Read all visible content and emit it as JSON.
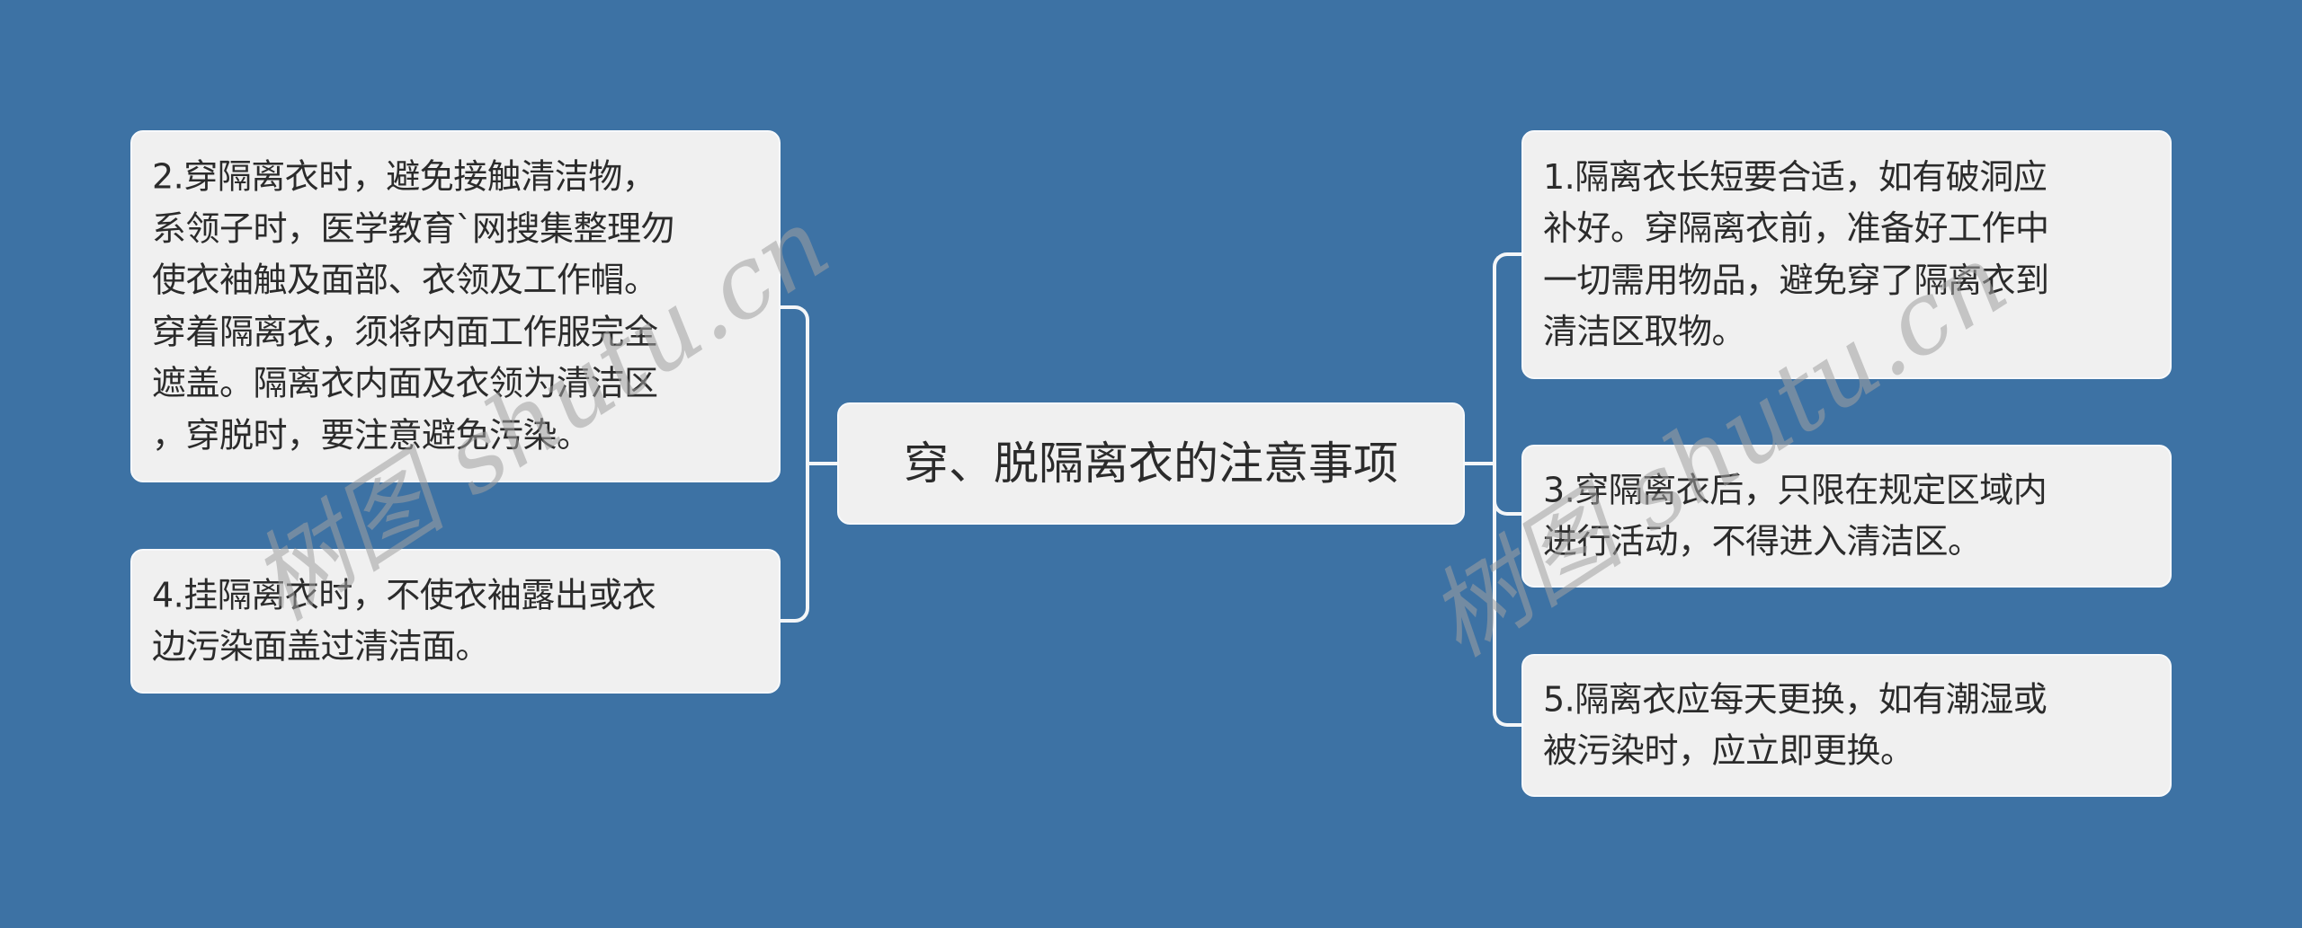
{
  "diagram": {
    "type": "mind-map",
    "colors": {
      "background": "#3d72a4",
      "node_fill": "#f0f0f0",
      "connector": "#f4f6f8",
      "text": "#2b2b2b"
    },
    "root": {
      "label": "穿、脱隔离衣的注意事项"
    },
    "left_branches": [
      {
        "id": "2",
        "lines": [
          "2.穿隔离衣时，避免接触清洁物，",
          "系领子时，医学教育`网搜集整理勿",
          "使衣袖触及面部、衣领及工作帽。",
          "穿着隔离衣，须将内面工作服完全",
          "遮盖。隔离衣内面及衣领为清洁区",
          "，穿脱时，要注意避免污染。"
        ]
      },
      {
        "id": "4",
        "lines": [
          "4.挂隔离衣时，不使衣袖露出或衣",
          "边污染面盖过清洁面。"
        ]
      }
    ],
    "right_branches": [
      {
        "id": "1",
        "lines": [
          "1.隔离衣长短要合适，如有破洞应",
          "补好。穿隔离衣前，准备好工作中",
          "一切需用物品，避免穿了隔离衣到",
          "清洁区取物。"
        ]
      },
      {
        "id": "3",
        "lines": [
          "3.穿隔离衣后，只限在规定区域内",
          "进行活动，不得进入清洁区。"
        ]
      },
      {
        "id": "5",
        "lines": [
          "5.隔离衣应每天更换，如有潮湿或",
          "被污染时，应立即更换。"
        ]
      }
    ]
  },
  "watermarks": [
    "树图 shutu.cn",
    "树图 shutu.cn"
  ]
}
